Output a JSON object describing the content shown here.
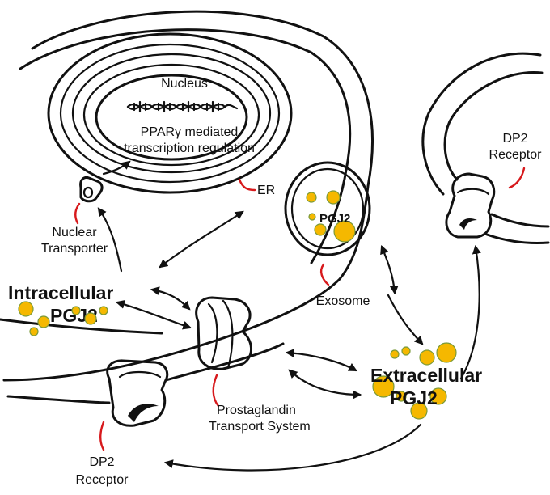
{
  "colors": {
    "molecule_fill": "#f5b800",
    "molecule_edge": "#7a9a3a",
    "leader_line": "#d7191c",
    "outline": "#111111"
  },
  "labels": {
    "nucleus": "Nucleus",
    "ppar_line1": "PPARγ mediated",
    "ppar_line2": "transcription regulation",
    "er": "ER",
    "nuclear_transporter_line1": "Nuclear",
    "nuclear_transporter_line2": "Transporter",
    "exosome_pgj2": "PGJ2",
    "exosome": "Exosome",
    "intracellular_line1": "Intracellular",
    "intracellular_line2": "PGJ2",
    "extracellular_line1": "Extracellular",
    "extracellular_line2": "PGJ2",
    "prostaglandin_line1": "Prostaglandin",
    "prostaglandin_line2": "Transport System",
    "dp2_right_line1": "DP2",
    "dp2_right_line2": "Receptor",
    "dp2_bottom_line1": "DP2",
    "dp2_bottom_line2": "Receptor"
  },
  "icons": [
    "dna-helix-icon",
    "pgj2-molecule-icon",
    "membrane-transporter-icon",
    "dp2-receptor-icon"
  ]
}
